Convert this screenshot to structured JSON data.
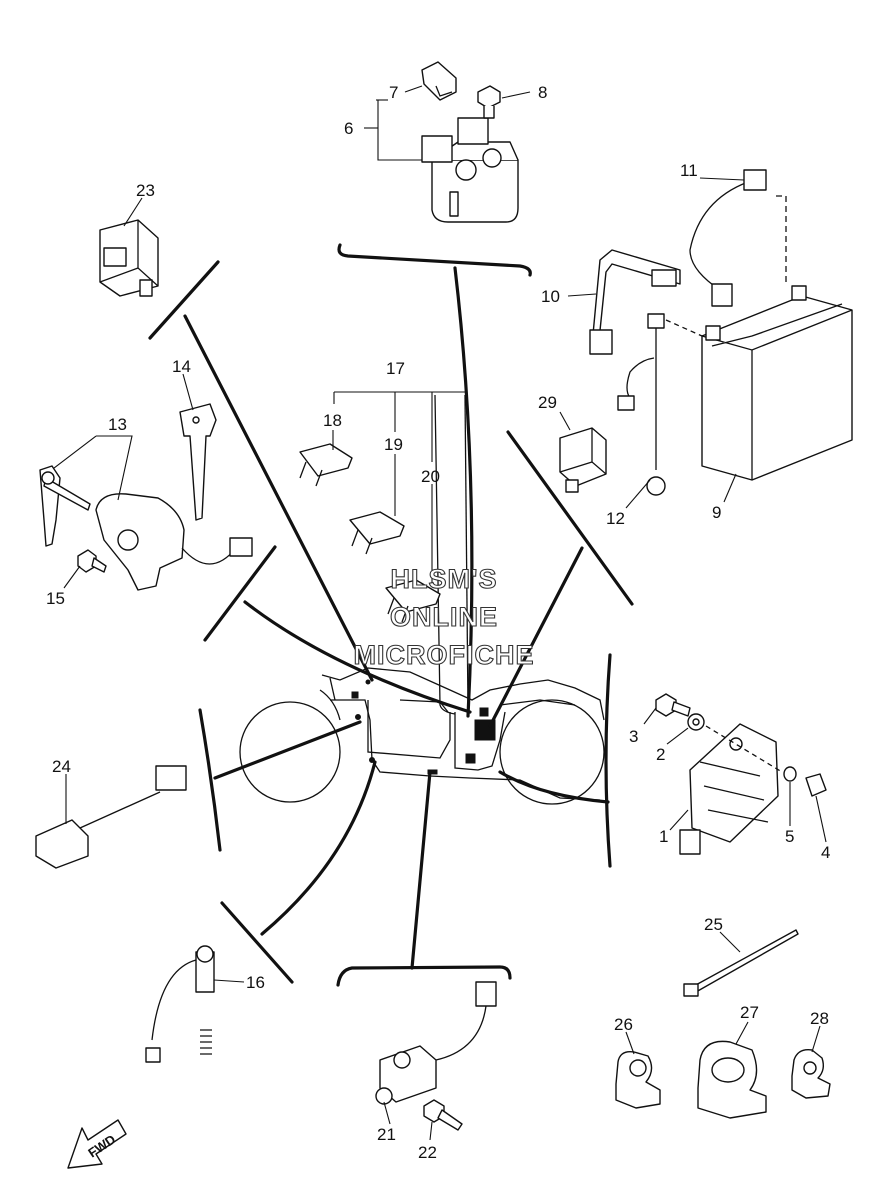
{
  "diagram": {
    "callouts": [
      "1",
      "2",
      "3",
      "4",
      "5",
      "6",
      "7",
      "8",
      "9",
      "10",
      "11",
      "12",
      "13",
      "14",
      "15",
      "16",
      "17",
      "18",
      "19",
      "20",
      "21",
      "22",
      "23",
      "24",
      "25",
      "26",
      "27",
      "28",
      "29"
    ],
    "watermark_lines": [
      "HLSM'S",
      "ONLINE",
      "MICROFICHE"
    ],
    "direction_label": "FWD"
  }
}
